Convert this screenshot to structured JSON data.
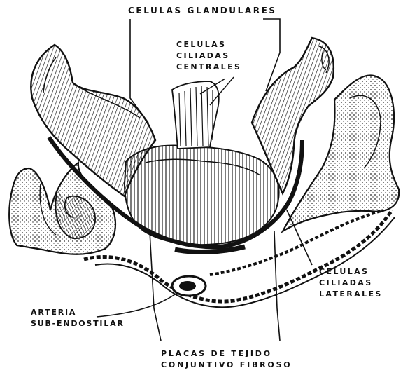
{
  "labels": {
    "celulas_glandulares": "CELULAS GLANDULARES",
    "celulas_ciliadas_centrales": [
      "CELULAS",
      "CILIADAS",
      "CENTRALES"
    ],
    "celulas_ciliadas_laterales": [
      "CELULAS",
      "CILIADAS",
      "LATERALES"
    ],
    "arteria_sub_endostilar": [
      "ARTERIA",
      "SUB-ENDOSTILAR"
    ],
    "placas_tejido": [
      "PLACAS DE TEJIDO",
      "CONJUNTIVO FIBROSO"
    ]
  }
}
